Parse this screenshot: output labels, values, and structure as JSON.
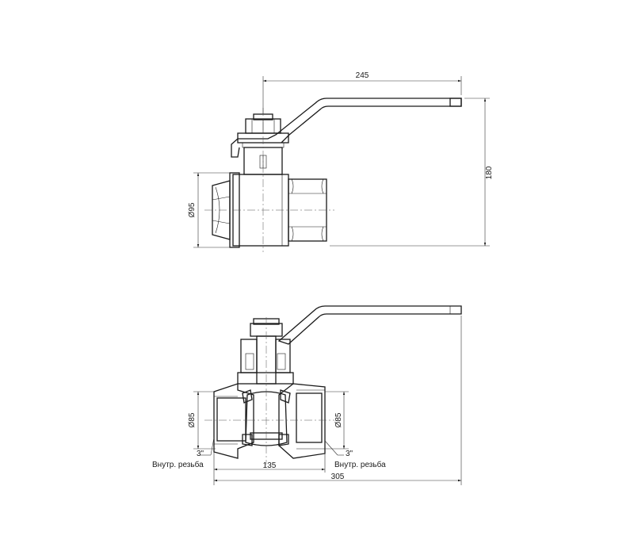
{
  "drawing": {
    "dimensions": {
      "handle_length": "245",
      "total_height": "180",
      "body_diameter": "Ø95",
      "bore_left": "Ø85",
      "bore_right": "Ø85",
      "body_length": "135",
      "overall_length": "305"
    },
    "callouts": {
      "thread_size_left": "3\"",
      "thread_size_right": "3\"",
      "thread_type_left": "Внутр. резьба",
      "thread_type_right": "Внутр. резьба"
    }
  }
}
